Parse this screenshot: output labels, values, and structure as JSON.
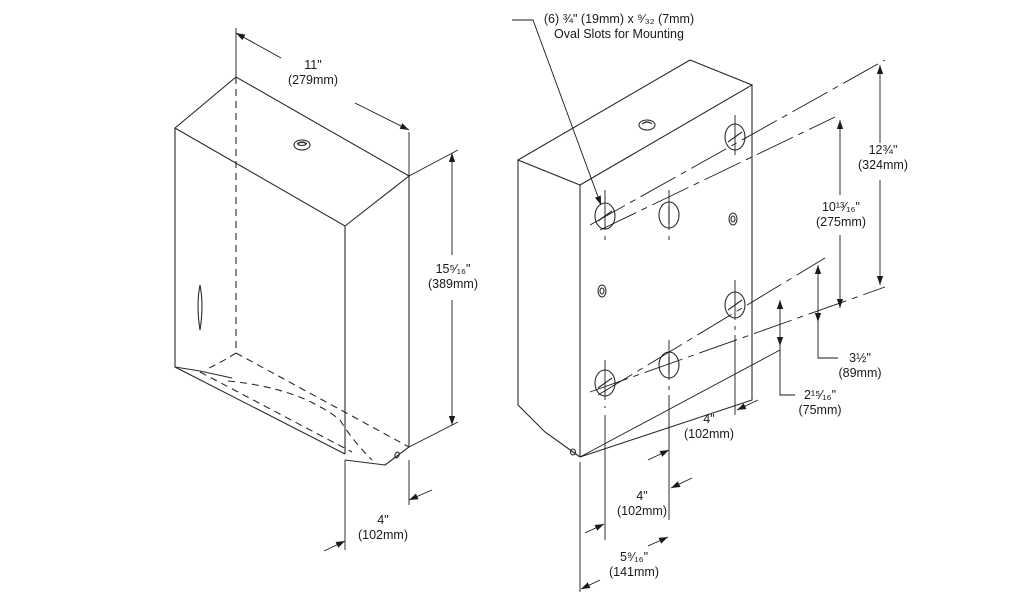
{
  "diagram": {
    "title": "Paper towel dispenser dimension drawing",
    "colors": {
      "line": "#2a2a2a",
      "background": "#ffffff"
    },
    "front_view": {
      "width": {
        "imperial": "11\"",
        "metric": "(279mm)"
      },
      "height": {
        "imperial": "15⁵⁄₁₆\"",
        "metric": "(389mm)"
      },
      "depth": {
        "imperial": "4\"",
        "metric": "(102mm)"
      }
    },
    "back_view": {
      "slots_note": {
        "line1": "(6) ¾\" (19mm) x ⁹⁄₃₂ (7mm)",
        "line2": "Oval Slots for Mounting"
      },
      "overall_slot_height": {
        "imperial": "12¾\"",
        "metric": "(324mm)"
      },
      "inner_slot_height": {
        "imperial": "10¹³⁄₁₆\"",
        "metric": "(275mm)"
      },
      "bottom_to_right_slot": {
        "imperial": "3½\"",
        "metric": "(89mm)"
      },
      "bottom_to_left_slot": {
        "imperial": "2¹⁵⁄₁₆\"",
        "metric": "(75mm)"
      },
      "right_offset": {
        "imperial": "4\"",
        "metric": "(102mm)"
      },
      "slot_spacing": {
        "imperial": "4\"",
        "metric": "(102mm)"
      },
      "left_offset": {
        "imperial": "5⁹⁄₁₆\"",
        "metric": "(141mm)"
      }
    }
  }
}
